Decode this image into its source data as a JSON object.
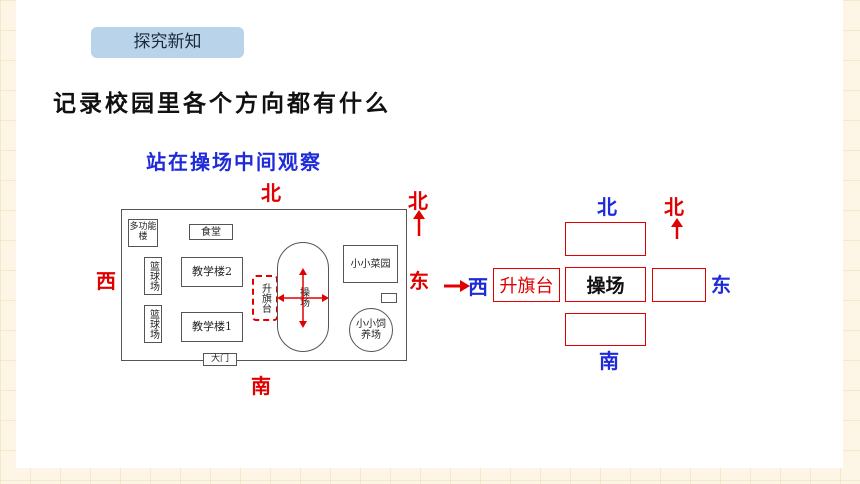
{
  "section_label": "探究新知",
  "heading": "记录校园里各个方向都有什么",
  "observation_label": "站在操场中间观察",
  "map": {
    "north": "北",
    "south": "南",
    "west": "西",
    "east": "东",
    "compass_north": "北",
    "buildings": {
      "office": "多功能楼",
      "canteen": "食堂",
      "court_top": "篮球场",
      "court_bottom": "篮球场",
      "teaching2": "教学楼2",
      "teaching1": "教学楼1",
      "flag_platform": "升旗台",
      "playground": "操场",
      "garden": "小小菜园",
      "farm": "小小饲养场",
      "gate": "大门"
    }
  },
  "grid": {
    "north": "北",
    "south": "南",
    "west": "西",
    "east": "东",
    "compass_north": "北",
    "center": "操场",
    "west_cell": "升旗台"
  },
  "colors": {
    "red": "#e00000",
    "blue": "#1f2bd8",
    "tab": "#b9d3ea"
  }
}
